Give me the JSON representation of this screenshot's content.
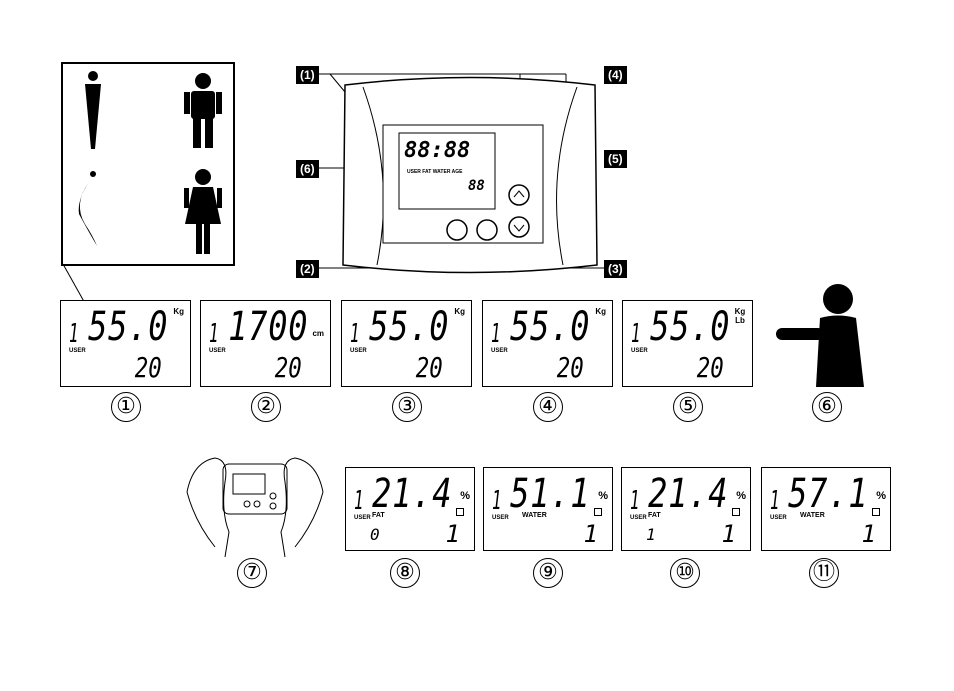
{
  "device_callouts": [
    "(1)",
    "(2)",
    "(3)",
    "(4)",
    "(5)",
    "(6)"
  ],
  "lcd_panels": [
    {
      "user": "1",
      "main": "55.0",
      "unit": "Kg",
      "label": "USER",
      "bottom": "20"
    },
    {
      "user": "1",
      "main": "1700",
      "unit": "cm",
      "label": "USER",
      "bottom": "20"
    },
    {
      "user": "1",
      "main": "55.0",
      "unit": "Kg",
      "label": "USER",
      "bottom": "20"
    },
    {
      "user": "1",
      "main": "55.0",
      "unit": "Kg",
      "label": "USER",
      "bottom": "20"
    },
    {
      "user": "1",
      "main": "55.0",
      "unit": "Kg Lb",
      "label": "USER",
      "bottom": "20"
    }
  ],
  "lcd_panels_row2": [
    {
      "user": "1",
      "main": "21.4",
      "unit": "%",
      "label": "USER",
      "mid": "FAT",
      "small": "0",
      "right": "1"
    },
    {
      "user": "1",
      "main": "51.1",
      "unit": "%",
      "label": "USER",
      "mid": "WATER",
      "small": "",
      "right": "1"
    },
    {
      "user": "1",
      "main": "21.4",
      "unit": "%",
      "label": "USER",
      "mid": "FAT",
      "small": "1",
      "right": "1"
    },
    {
      "user": "1",
      "main": "57.1",
      "unit": "%",
      "label": "USER",
      "mid": "WATER",
      "small": "",
      "right": "1"
    }
  ],
  "step_numbers": [
    "①",
    "②",
    "③",
    "④",
    "⑤",
    "⑥",
    "⑦",
    "⑧",
    "⑨",
    "⑩",
    "⑪"
  ],
  "device_lcd": {
    "top": "88:88",
    "labels": "USER FAT WATER AGE",
    "bottom": "88"
  }
}
